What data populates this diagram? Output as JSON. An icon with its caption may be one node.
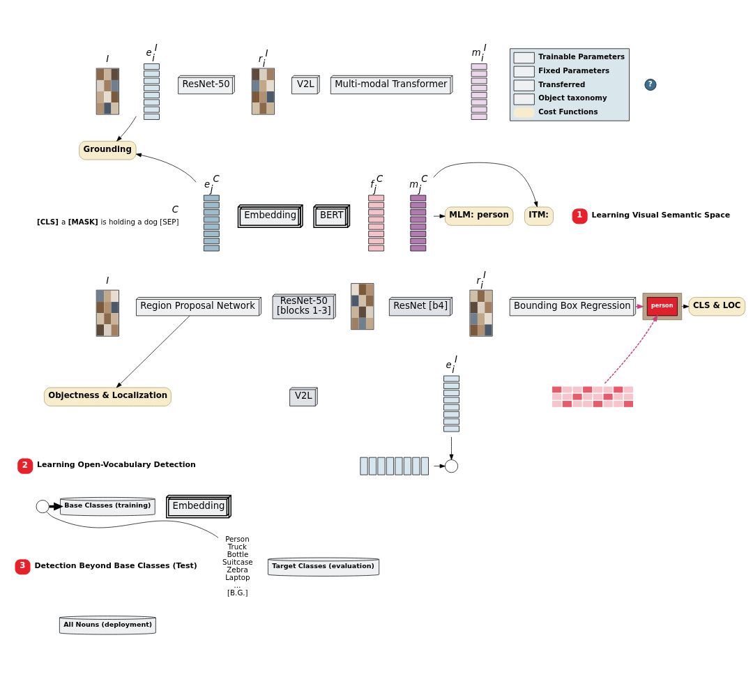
{
  "diagram": {
    "nodes": [
      {
        "text": [],
        "shape": "picture",
        "beside": [
          "I"
        ]
      },
      {
        "text": [
          "ResNet-50"
        ]
      },
      {
        "text": [],
        "shape": "picture",
        "beside": [
          "r$_{i}$$^{I}$"
        ]
      },
      {
        "text": [
          "V2L"
        ]
      },
      {
        "text": [],
        "shape": "bar",
        "beside": [
          "e$_{i}$$^{I}$"
        ]
      },
      {
        "text": [
          "Multi-modal Transformer"
        ]
      },
      {
        "text": [],
        "shape": "bar",
        "beside": [
          "m$_{i}$$^{I}$"
        ]
      },
      {
        "text": [
          "Grounding"
        ]
      },
      {
        "text": [
          "**[CLS]** a **[MASK]** is holding a dog [SEP]"
        ],
        "beside": [
          "C"
        ]
      },
      {
        "text": [
          "Embedding"
        ]
      },
      {
        "text": [],
        "shape": "bar",
        "beside": [
          "e$_{j}$$^{C}$"
        ]
      },
      {
        "text": [
          "BERT"
        ]
      },
      {
        "text": [],
        "shape": "bar",
        "beside": [
          "f$_{j}$$^{C}$"
        ]
      },
      {
        "text": [],
        "shape": "bar",
        "beside": [
          "m$_{j}$$^{C}$"
        ]
      },
      {
        "text": [
          "ITM:"
        ]
      },
      {
        "text": [
          "**MLM:** person"
        ]
      },
      {
        "text": [
          "1"
        ],
        "beside": [
          "Learning Visual Semantic Space"
        ]
      },
      {
        "text": [],
        "shape": "picture",
        "beside": [
          "I"
        ]
      },
      {
        "text": [
          "ResNet-50",
          "[blocks 1-3]"
        ]
      },
      {
        "text": [],
        "shape": "picture"
      },
      {
        "text": [
          "Region Proposal Network"
        ]
      },
      {
        "text": [
          "ResNet [b4]"
        ]
      },
      {
        "text": [
          "Objectness & Localization"
        ]
      },
      {
        "text": [],
        "shape": "picture",
        "beside": [
          "r$_{i}$$^{I}$"
        ]
      },
      {
        "text": [
          "Bounding Box Regression"
        ]
      },
      {
        "text": [
          "V2L"
        ]
      },
      {
        "text": [],
        "shape": "bar",
        "beside": [
          "e$_{i}$$^{I}$"
        ]
      },
      {
        "text": [],
        "shape": "picture"
      },
      {
        "text": [
          "person"
        ],
        "in": 27
      },
      {
        "text": [
          "CLS & LOC"
        ]
      },
      {
        "text": [],
        "shape": "bar"
      },
      {
        "text": [],
        "shape": "circle"
      },
      {
        "text": [],
        "shape": "bar"
      },
      {
        "text": [
          "Embedding"
        ]
      },
      {
        "text": [
          "Person",
          "Truck",
          "Bottle",
          "Suitcase",
          "Zebra",
          "Laptop",
          "…",
          "[B.G.]"
        ]
      },
      {
        "text": [
          "Base Classes (training)"
        ]
      },
      {
        "text": [
          "Target Classes (evaluation)"
        ]
      },
      {
        "text": [
          "All Nouns (deployment)"
        ]
      },
      {
        "text": [],
        "shape": "circle"
      },
      {
        "text": [
          "2"
        ],
        "beside": [
          "Learning Open-Vocabulary Detection"
        ]
      },
      {
        "text": [
          "3"
        ],
        "beside": [
          "Detection Beyond Base Classes (Test)"
        ]
      }
    ],
    "edges": [
      {
        "from": 4,
        "to": 7,
        "arrow": "to"
      },
      {
        "from": 10,
        "to": 7,
        "arrow": "to"
      },
      {
        "from": 13,
        "to": 14,
        "arrow": "to"
      },
      {
        "from": 13,
        "to": 15,
        "arrow": "to"
      },
      {
        "from": 20,
        "to": 22,
        "arrow": "to"
      },
      {
        "from": 24,
        "to": 27,
        "arrow": "to",
        "style": "dashed",
        "color": "#c8407e"
      },
      {
        "from": 30,
        "to": 28,
        "arrow": "to",
        "style": "dashed",
        "color": "#c8407e"
      },
      {
        "from": 27,
        "to": 29,
        "arrow": "to"
      },
      {
        "from": 26,
        "to": 31,
        "arrow": "to"
      },
      {
        "from": 32,
        "to": 31,
        "arrow": "to"
      },
      {
        "from": 38,
        "to": 35,
        "arrow": "to",
        "style": "thick"
      },
      {
        "from": 34,
        "to": 38,
        "arrow": "none"
      }
    ],
    "labels": [
      "?"
    ],
    "legend": [
      {
        "text": "Trainable Parameters"
      },
      {
        "text": "Fixed Parameters"
      },
      {
        "text": "Transferred"
      },
      {
        "text": "Object taxonomy"
      },
      {
        "text": "Cost Functions",
        "color": "#f7eccb"
      }
    ]
  }
}
